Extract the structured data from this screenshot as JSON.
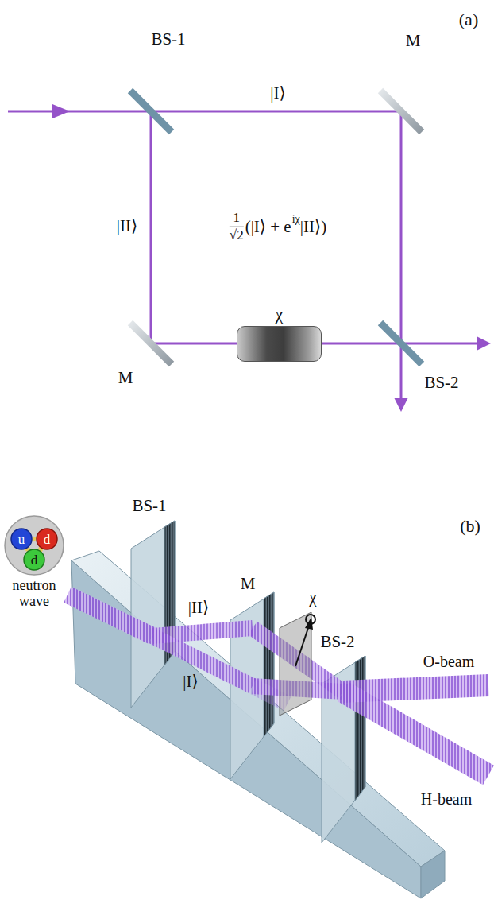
{
  "diagram": {
    "nodes": [
      {
        "text": [
          "χ"
        ]
      },
      {
        "text": [
          "neutron wave"
        ]
      },
      {
        "text": [
          "u"
        ],
        "in": 1
      },
      {
        "text": [
          "d"
        ],
        "in": 1
      },
      {
        "text": [
          "d"
        ],
        "in": 1
      }
    ],
    "edges": [
      {
        "from": 2,
        "to": 3,
        "arrow": "none"
      },
      {
        "from": 2,
        "to": 4,
        "arrow": "none"
      },
      {
        "from": 3,
        "to": 4,
        "arrow": "none"
      }
    ],
    "labels": [
      "(a)",
      "BS-1",
      "|I⟩",
      "M",
      "|II⟩",
      "1",
      "√2",
      "(|I⟩ + e",
      "iχ",
      "|II⟩)",
      "M",
      "BS-2",
      "(b)",
      "BS-1",
      "|II⟩",
      "M",
      "χ",
      "BS-2",
      "O-beam",
      "|I⟩",
      "H-beam"
    ]
  }
}
